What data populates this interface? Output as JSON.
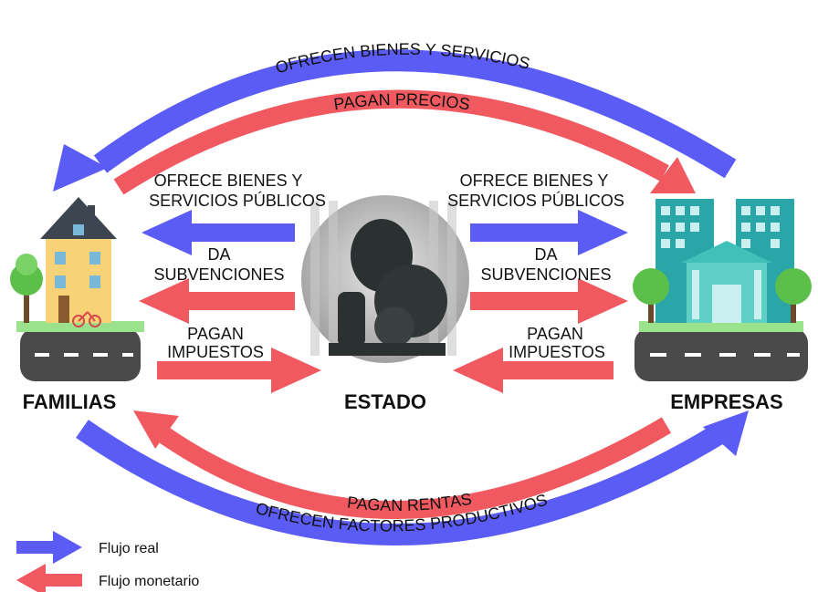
{
  "colors": {
    "real": "#5b5cf5",
    "monetary": "#f0595f"
  },
  "nodes": {
    "families": "FAMILIAS",
    "state": "ESTADO",
    "companies": "EMPRESAS"
  },
  "outer": {
    "top_blue": "OFRECEN BIENES Y SERVICIOS",
    "top_red": "PAGAN PRECIOS",
    "bottom_red": "PAGAN RENTAS",
    "bottom_blue": "OFRECEN FACTORES PRODUCTIVOS"
  },
  "state_flows": {
    "left": {
      "offers_line1": "OFRECE BIENES Y",
      "offers_line2": "SERVICIOS PÚBLICOS",
      "subsidies_line1": "DA",
      "subsidies_line2": "SUBVENCIONES",
      "taxes_line1": "PAGAN",
      "taxes_line2": "IMPUESTOS"
    },
    "right": {
      "offers_line1": "OFRECE BIENES Y",
      "offers_line2": "SERVICIOS PÚBLICOS",
      "subsidies_line1": "DA",
      "subsidies_line2": "SUBVENCIONES",
      "taxes_line1": "PAGAN",
      "taxes_line2": "IMPUESTOS"
    }
  },
  "legend": {
    "real": "Flujo real",
    "monetary": "Flujo monetario"
  }
}
